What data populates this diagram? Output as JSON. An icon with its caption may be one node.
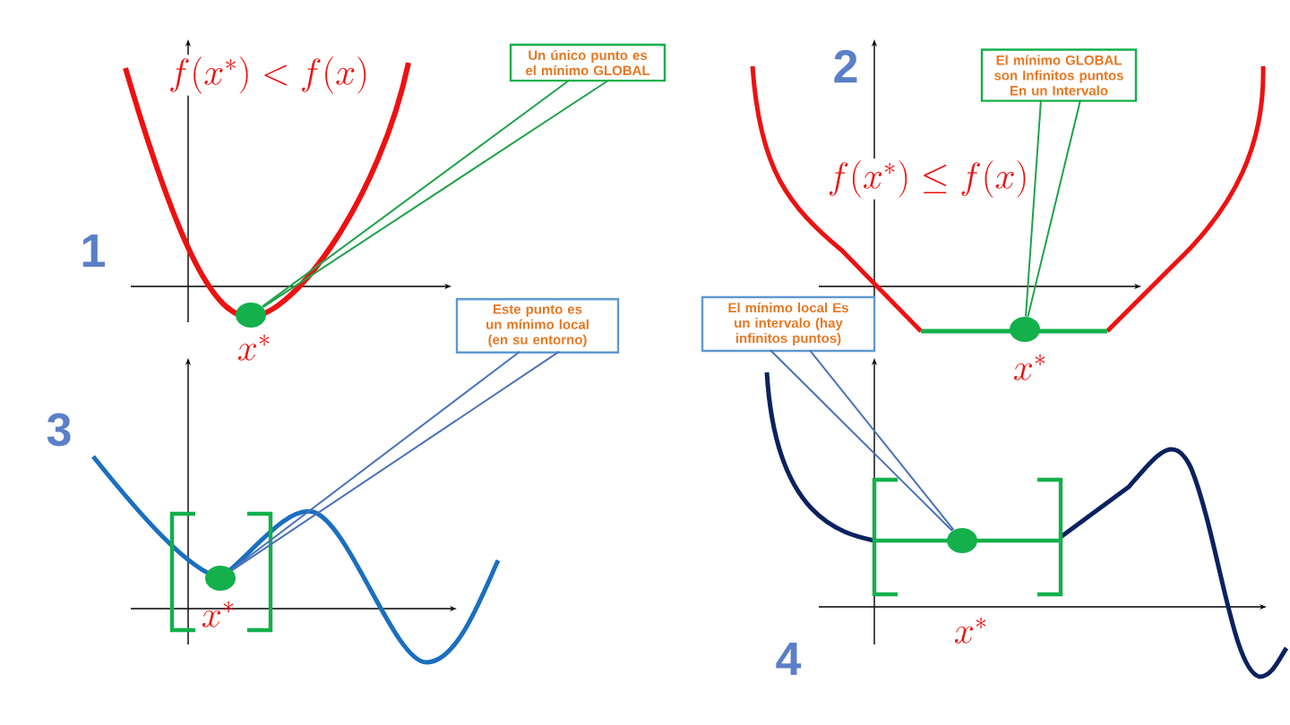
{
  "diagram": {
    "nodes": [
      {
        "text": [
          "Un único punto es el mínimo GLOBAL"
        ]
      },
      {
        "text": [
          "El mínimo GLOBAL son Infinitos puntos En un Intervalo"
        ]
      },
      {
        "text": [
          "Este punto es un mínimo local (en su entorno)"
        ]
      },
      {
        "text": [
          "El mínimo local Es un intervalo (hay infinitos puntos)"
        ]
      },
      {
        "text": [],
        "shape": "circle",
        "beside": [
          "x^{*}"
        ]
      },
      {
        "text": [],
        "shape": "circle",
        "beside": [
          "x^{*}"
        ]
      },
      {
        "text": [],
        "shape": "circle",
        "beside": [
          "x^{*}"
        ]
      },
      {
        "text": [],
        "shape": "circle",
        "beside": [
          "x^{*}"
        ]
      }
    ],
    "edges": [
      {
        "from": 0,
        "to": 4,
        "arrow": "none",
        "color": "#1fa34a"
      },
      {
        "from": 1,
        "to": 5,
        "arrow": "none",
        "color": "#1fa34a"
      },
      {
        "from": 2,
        "to": 6,
        "arrow": "none",
        "color": "#4a72b8"
      },
      {
        "from": 3,
        "to": 7,
        "arrow": "none",
        "color": "#4a72b8"
      }
    ],
    "labels": [
      "f(x^{*}) < f(x)",
      "2",
      "f(x^{*}) \\leq f(x)",
      "1",
      "3",
      "4"
    ]
  }
}
